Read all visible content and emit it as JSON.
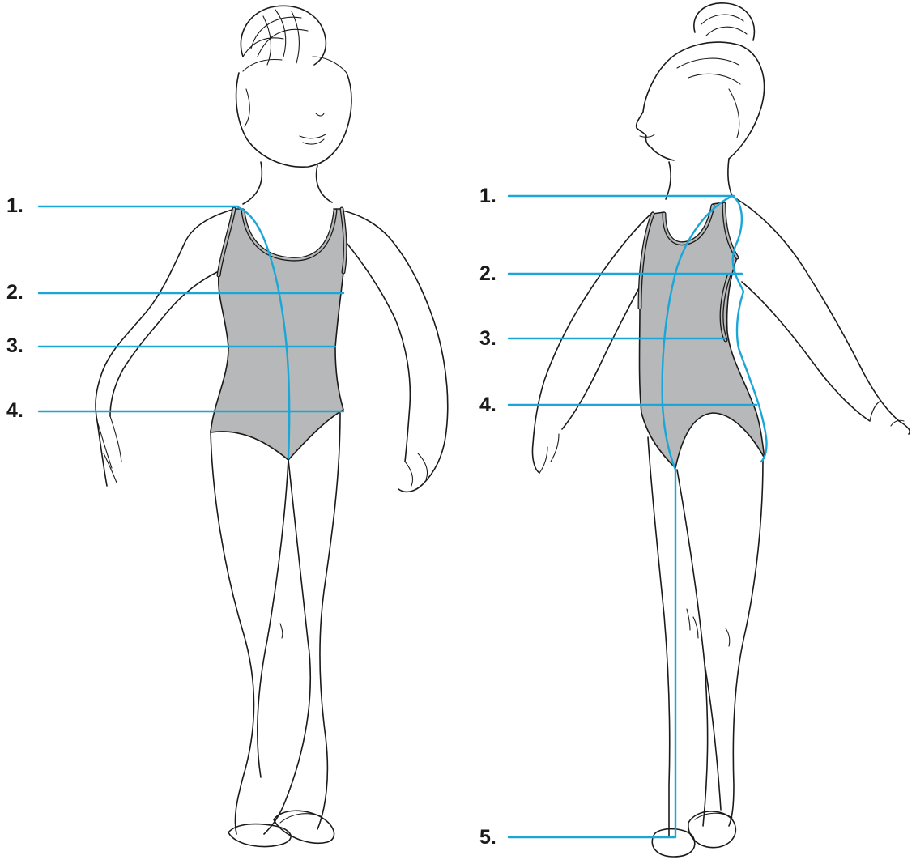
{
  "colors": {
    "guide": "#1aa6d6",
    "suit": "#b7b8b9",
    "ink": "#1a1a1a"
  },
  "front_figure": {
    "labels": [
      "1.",
      "2.",
      "3.",
      "4."
    ]
  },
  "side_figure": {
    "labels": [
      "1.",
      "2.",
      "3.",
      "4.",
      "5."
    ]
  }
}
